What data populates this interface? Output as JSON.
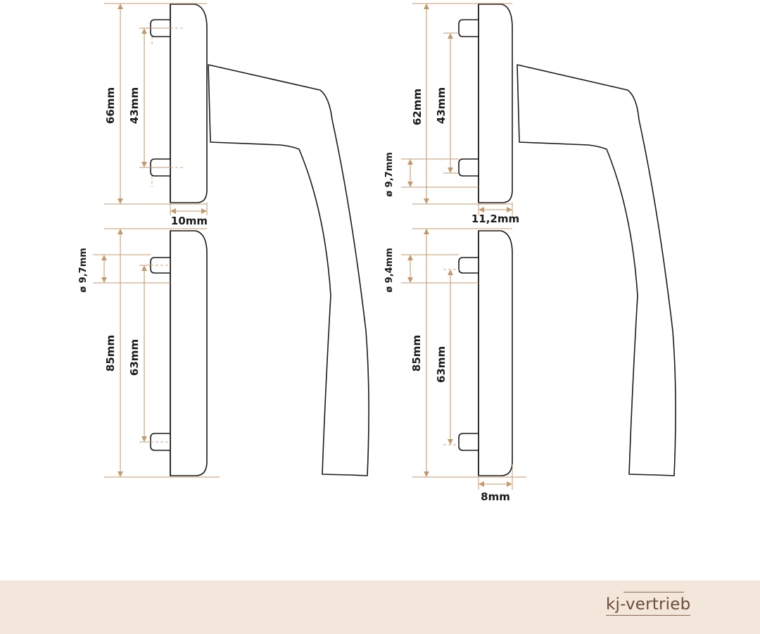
{
  "left_handle": {
    "upper_rose": {
      "height": "66mm",
      "hole_spacing": "43mm",
      "thickness": "10mm"
    },
    "lower_rose": {
      "height": "85mm",
      "hole_spacing": "63mm",
      "hole_diameter": "ø 9,7mm"
    }
  },
  "right_handle": {
    "upper_rose": {
      "height": "62mm",
      "hole_spacing": "43mm",
      "thickness": "11,2mm",
      "hole_diameter": "ø 9,7mm"
    },
    "lower_rose": {
      "height": "85mm",
      "hole_spacing": "63mm",
      "thickness": "8mm",
      "hole_diameter": "ø 9,4mm"
    }
  },
  "footer": {
    "brand": "kj-vertrieb",
    "background": "#f3e6da"
  },
  "colors": {
    "outline": "#1a1a1a",
    "dimension": "#c49a6c"
  }
}
